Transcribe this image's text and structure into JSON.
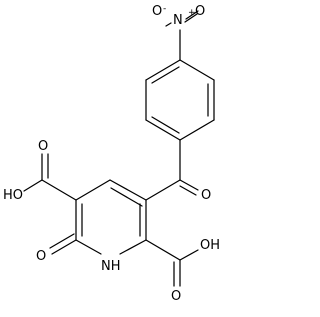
{
  "molecule": {
    "atoms": {
      "o_top_left": "O",
      "n_nitro": "N",
      "n_plus": "+",
      "o_nitro_right": "O",
      "o_minus": "-",
      "ho_left": "HO",
      "o_ring_top": "O",
      "o_ring_left": "O",
      "nh": "NH",
      "oh_right": "OH",
      "o_carbonyl_left": "O"
    }
  }
}
